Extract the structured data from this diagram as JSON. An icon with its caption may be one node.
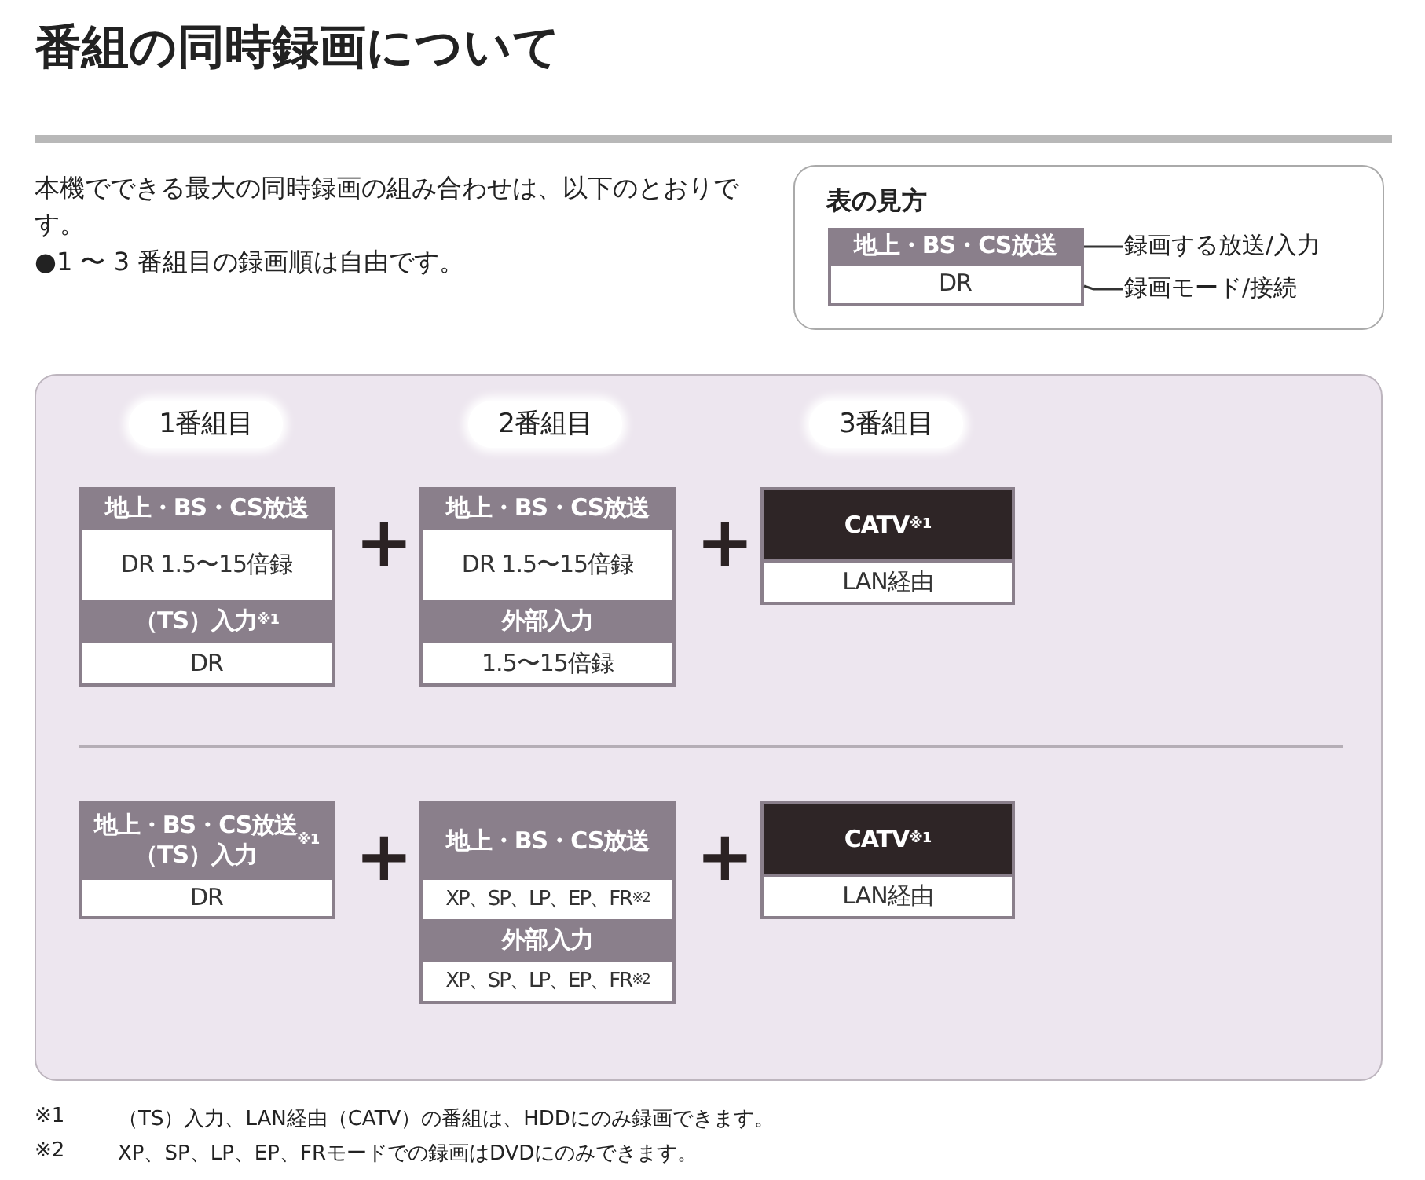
{
  "diagram": {
    "title": "番組の同時録画について",
    "nodes": [
      {
        "text": [
          "表の見方"
        ]
      },
      {
        "text": [
          "地上・BS・CS放送"
        ],
        "in": 0
      },
      {
        "text": [
          "DR"
        ],
        "in": 0
      },
      {
        "text": [
          "録画する放送/入力"
        ],
        "in": 0
      },
      {
        "text": [
          "録画モード/接続"
        ],
        "in": 0
      },
      {
        "text": [
          "1番組目"
        ]
      },
      {
        "text": [
          "2番組目"
        ]
      },
      {
        "text": [
          "3番組目"
        ]
      },
      {
        "text": [
          "地上・BS・CS放送"
        ]
      },
      {
        "text": [
          "DR 1.5〜15倍録"
        ]
      },
      {
        "text": [
          "（TS）入力$^{※1}$"
        ]
      },
      {
        "text": [
          "DR"
        ]
      },
      {
        "text": [
          "地上・BS・CS放送"
        ]
      },
      {
        "text": [
          "DR 1.5〜15倍録"
        ]
      },
      {
        "text": [
          "外部入力"
        ]
      },
      {
        "text": [
          "1.5〜15倍録"
        ]
      },
      {
        "text": [
          "CATV$^{※1}$"
        ]
      },
      {
        "text": [
          "LAN経由"
        ]
      },
      {
        "text": [
          "地上・BS・CS放送",
          "（TS）入力$^{※1}$"
        ]
      },
      {
        "text": [
          "DR"
        ]
      },
      {
        "text": [
          "地上・BS・CS放送"
        ]
      },
      {
        "text": [
          "XP、SP、LP、EP、FR$^{※2}$"
        ]
      },
      {
        "text": [
          "外部入力"
        ]
      },
      {
        "text": [
          "XP、SP、LP、EP、FR$^{※2}$"
        ]
      },
      {
        "text": [
          "CATV$^{※1}$"
        ]
      },
      {
        "text": [
          "LAN経由"
        ]
      }
    ],
    "edges": [
      {
        "from": 3,
        "to": 1,
        "arrow": "none"
      },
      {
        "from": 4,
        "to": 2,
        "arrow": "none"
      }
    ],
    "labels": [
      "本機でできる最大の同時録画の組み合わせは、以下のとおりです。",
      "●1 〜 3 番組目の録画順は自由です。",
      "+",
      "+",
      "+",
      "+",
      "※1",
      "（TS）入力、LAN経由（CATV）の番組は、HDDにのみ録画できます。",
      "※2",
      "XP、SP、LP、EP、FRモードでの録画はDVDにのみできます。"
    ]
  }
}
